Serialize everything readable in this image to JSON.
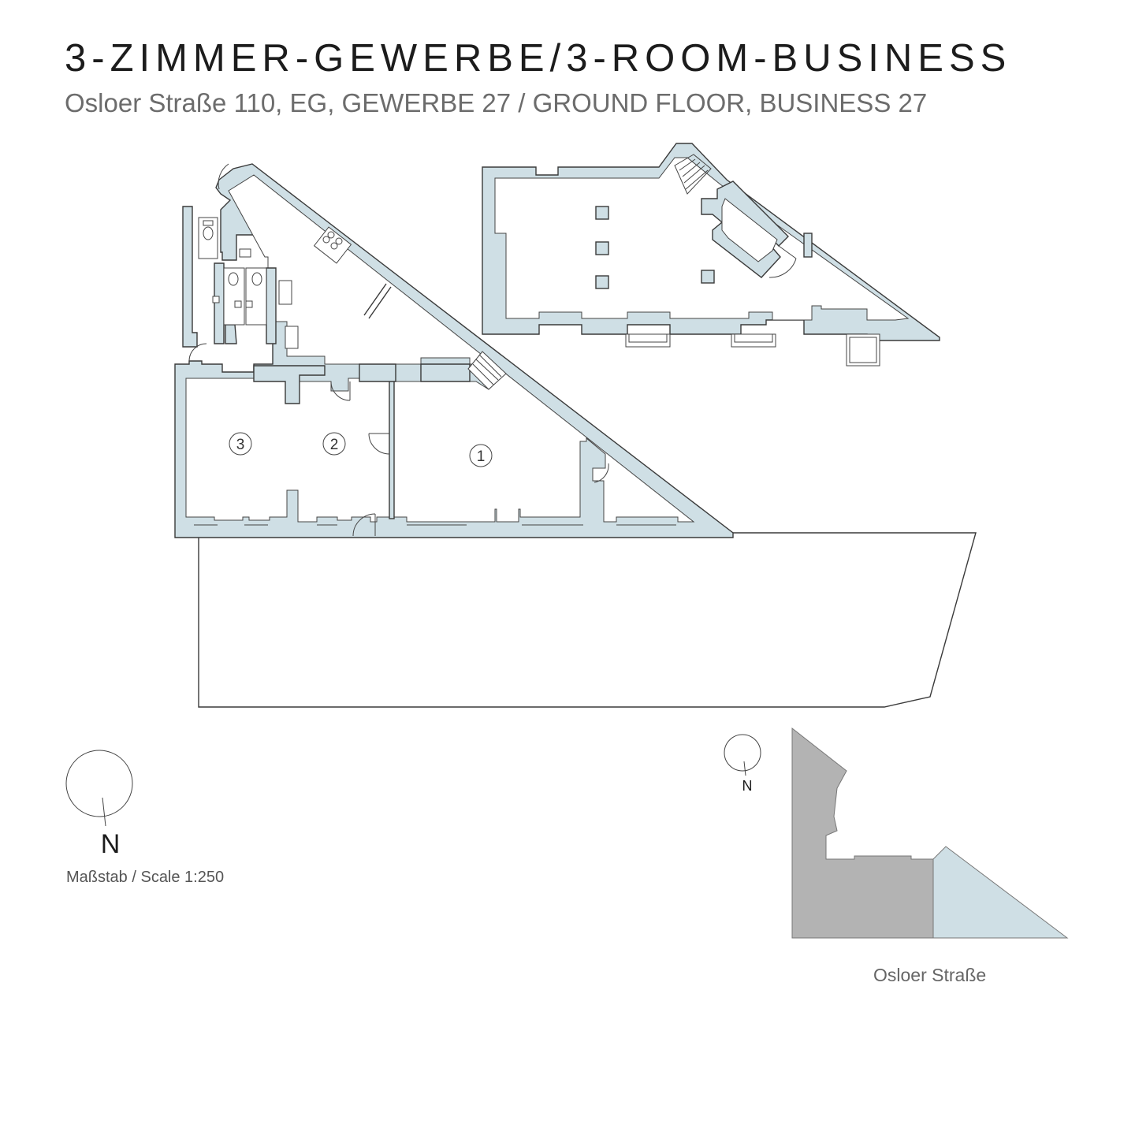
{
  "header": {
    "title": "3-ZIMMER-GEWERBE/3-ROOM-BUSINESS",
    "subtitle": "Osloer Straße 110, EG, GEWERBE 27 / GROUND FLOOR, BUSINESS 27"
  },
  "plan": {
    "rooms": [
      {
        "id": "room-1",
        "label": "1"
      },
      {
        "id": "room-2",
        "label": "2"
      },
      {
        "id": "room-3",
        "label": "3"
      }
    ],
    "colors": {
      "wall_fill": "#cfdfe5",
      "outline": "#3a3a3a",
      "site_gray": "#b3b3b3",
      "site_blue": "#cfdfe5"
    }
  },
  "legend": {
    "north_label": "N",
    "scale": "Maßstab / Scale 1:250"
  },
  "site": {
    "north_label": "N",
    "street": "Osloer Straße"
  }
}
